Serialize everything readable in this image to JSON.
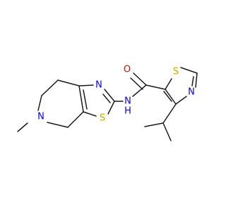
{
  "structure": {
    "colors": {
      "bond": "#1a1a1a",
      "nitrogen": "#0000ff",
      "sulfur": "#c8a800",
      "oxygen": "#ff0000"
    },
    "atoms": {
      "o1": {
        "label": "O",
        "element": "oxygen"
      },
      "s_thz1": {
        "label": "S",
        "element": "sulfur"
      },
      "n_thz1": {
        "label": "N",
        "element": "nitrogen"
      },
      "n_amide": {
        "label": "N",
        "element": "nitrogen"
      },
      "h_amide": {
        "label": "H",
        "element": "nitrogen"
      },
      "s_thz2": {
        "label": "S",
        "element": "sulfur"
      },
      "n_thz2": {
        "label": "N",
        "element": "nitrogen"
      },
      "n_ring": {
        "label": "N",
        "element": "nitrogen"
      }
    }
  }
}
